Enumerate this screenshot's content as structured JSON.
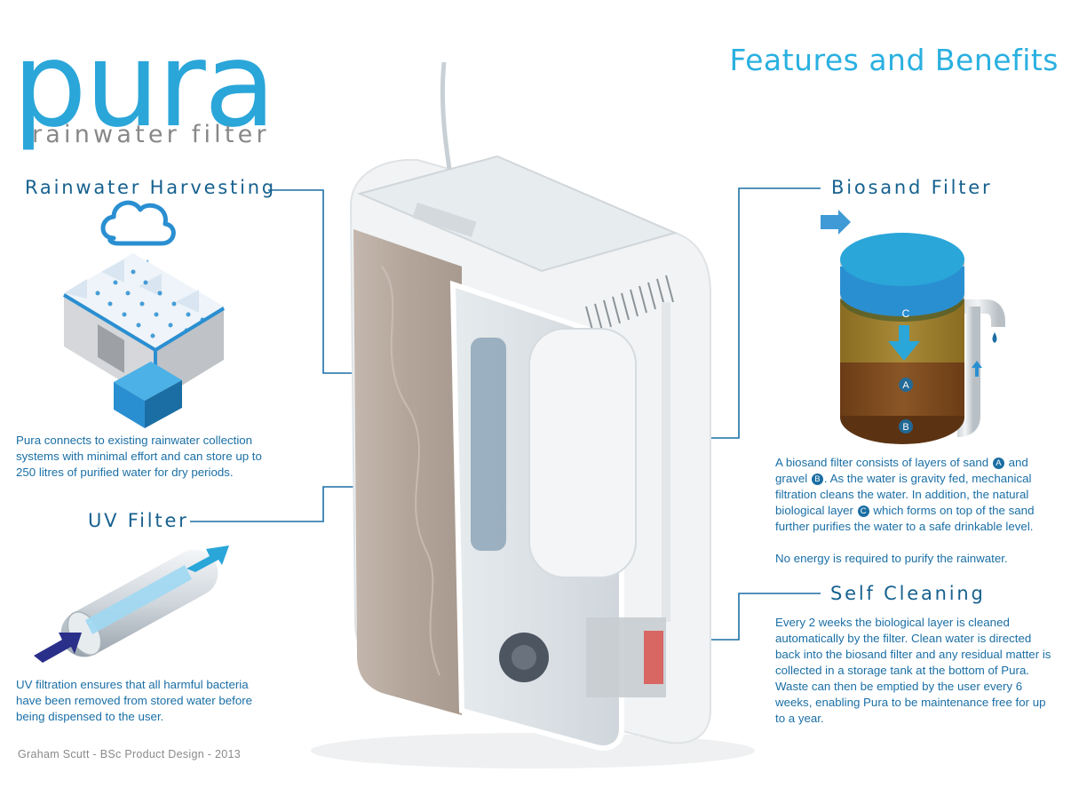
{
  "brand": {
    "name": "pura",
    "tagline": "rainwater filter"
  },
  "headline": "Features and Benefits",
  "sections": {
    "rainwater": {
      "heading": "Rainwater Harvesting",
      "text": "Pura connects to existing rainwater collection systems with minimal effort and can store up to 250 litres of purified water for dry periods."
    },
    "uv": {
      "heading": "UV Filter",
      "text": "UV filtration ensures that all harmful bacteria have been removed from stored water before being dispensed to the user."
    },
    "biosand": {
      "heading": "Biosand Filter",
      "text_1": "A biosand filter consists of layers of sand",
      "marker_a": "A",
      "text_2": "and gravel",
      "marker_b": "B",
      "text_3": ". As the water is gravity fed, mechanical filtration cleans the water. In addition, the natural biological layer",
      "marker_c": "C",
      "text_4": "which forms on top of the sand further purifies the water to a safe drinkable level.",
      "note": "No energy is required to purify the rainwater.",
      "layer_labels": {
        "c": "C",
        "a": "A",
        "b": "B"
      }
    },
    "self_cleaning": {
      "heading": "Self Cleaning",
      "text": "Every 2 weeks the biological layer is cleaned automatically by the filter. Clean water is directed back into the biosand filter and any residual matter is collected in a storage tank at the bottom of Pura. Waste can then be emptied by the user every 6 weeks, enabling Pura to be maintenance free for up to a year."
    }
  },
  "credit": "Graham Scutt - BSc Product Design - 2013",
  "colors": {
    "brand_blue": "#2aa6d9",
    "heading_blue": "#17618f",
    "text_blue": "#1a6fa6",
    "sand": "#9c7d2e",
    "gravel": "#7a4a1f",
    "water_cap": "#2a8fd1"
  },
  "icons": [
    "rain-cloud-icon",
    "building-icon",
    "uv-tube-icon",
    "biosand-filter-icon",
    "arrow-icon"
  ]
}
